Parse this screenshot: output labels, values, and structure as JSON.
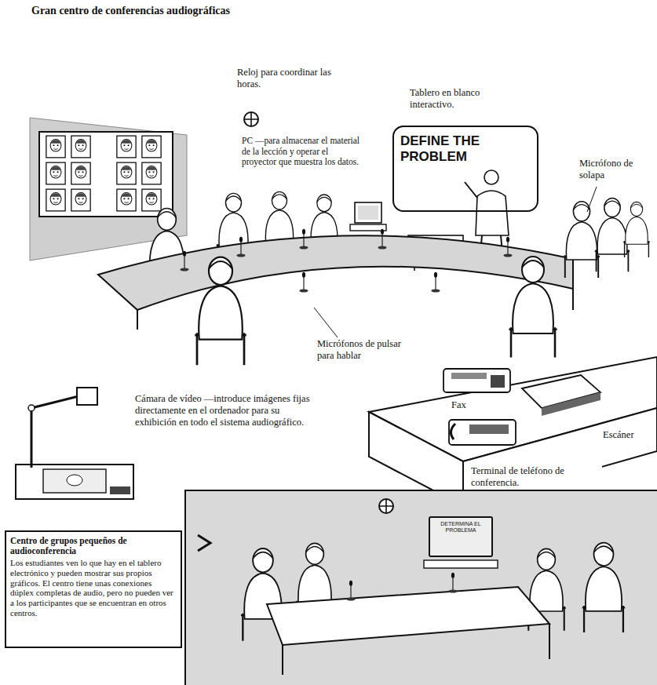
{
  "diagram": {
    "title": "Gran centro de conferencias audiográficas",
    "nodes": [
      {
        "text": [
          "DEFINE THE PROBLEM"
        ]
      },
      {
        "text": [
          "Centro de grupos pequeños de audioconferencia",
          "Los estudiantes ven lo que hay en el tablero electrónico y pueden mostrar sus propios gráficos. El centro tiene unas conexiones dúplex completas de audio, pero no pueden ver a los participantes que se encuentran en otros centros."
        ]
      },
      {
        "text": [
          "DETERMINA EL PROBLEMA"
        ]
      }
    ],
    "labels": [
      "Reloj para coordinar las horas.",
      "Tablero en blanco interactivo.",
      "PC —para almacenar el material de la lección y operar el proyector que muestra los datos.",
      "Micrófono de solapa",
      "Micrófonos de pulsar para hablar",
      "Cámara de vídeo —introduce imágenes fijas directamente en el ordenador para su exhibición en todo el sistema audiográfico.",
      "Fax",
      "Escáner",
      "Terminal de teléfono de conferencia."
    ]
  }
}
